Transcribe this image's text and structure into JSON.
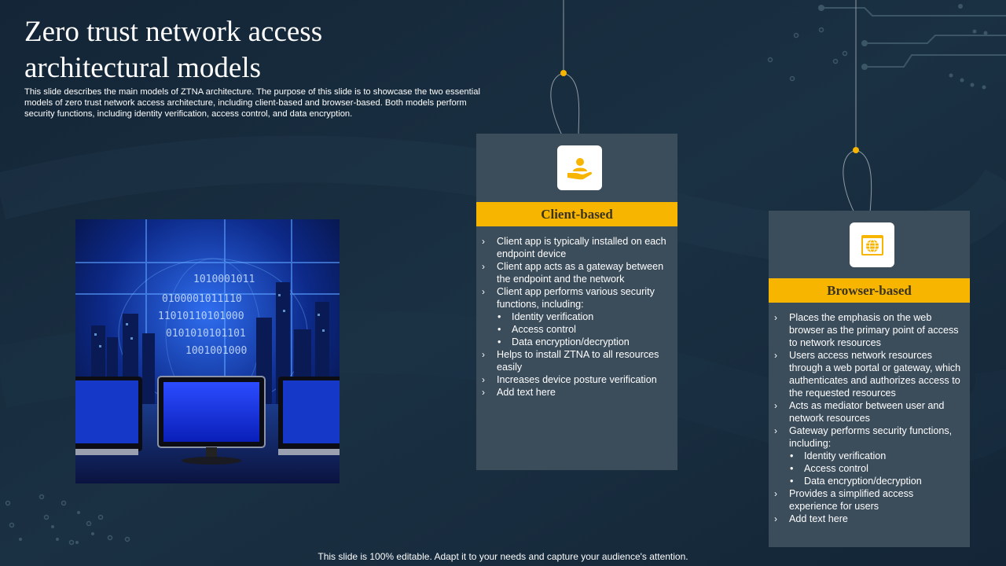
{
  "slide": {
    "title": "Zero trust network access architectural models",
    "subtitle": "This slide describes the main models of ZTNA architecture. The purpose of this slide is to showcase the two essential models of zero trust network access architecture, including client-based and browser-based. Both models perform security functions, including identity verification, access control, and data encryption.",
    "footer": "This slide is 100% editable. Adapt it to your needs and capture your audience's attention."
  },
  "photo": {
    "binary_rows": [
      "1010001011",
      "0100001011110",
      "11010110101000",
      "0101010101101",
      "1001001000"
    ]
  },
  "client": {
    "icon": "hand-holding-user-icon",
    "title": "Client-based",
    "items": [
      {
        "type": "main",
        "text": "Client app is typically installed on each endpoint device"
      },
      {
        "type": "main",
        "text": "Client app acts as a gateway between the endpoint and the network"
      },
      {
        "type": "main",
        "text": "Client app performs various security functions, including:"
      },
      {
        "type": "sub",
        "text": "Identity verification"
      },
      {
        "type": "sub",
        "text": "Access control"
      },
      {
        "type": "sub",
        "text": "Data encryption/decryption"
      },
      {
        "type": "main",
        "text": "Helps to install ZTNA to all resources easily"
      },
      {
        "type": "main",
        "text": "Increases device posture verification"
      },
      {
        "type": "main",
        "text": "Add text here"
      }
    ]
  },
  "browser": {
    "icon": "globe-browser-icon",
    "title": "Browser-based",
    "items": [
      {
        "type": "main",
        "text": "Places the emphasis on the web browser as the primary point of access to network resources"
      },
      {
        "type": "main",
        "text": "Users access network resources through a web portal or gateway, which authenticates and authorizes access to the requested resources"
      },
      {
        "type": "main",
        "text": "Acts as mediator between user and network resources"
      },
      {
        "type": "main",
        "text": "Gateway performs security functions, including:"
      },
      {
        "type": "sub",
        "text": "Identity verification"
      },
      {
        "type": "sub",
        "text": "Access control"
      },
      {
        "type": "sub",
        "text": "Data encryption/decryption"
      },
      {
        "type": "main",
        "text": "Provides a simplified access experience for users"
      },
      {
        "type": "main",
        "text": "Add text here"
      }
    ]
  },
  "colors": {
    "background": "#16293a",
    "card": "#3b4c5b",
    "accent": "#f7b500",
    "header_text": "#3a3320"
  }
}
